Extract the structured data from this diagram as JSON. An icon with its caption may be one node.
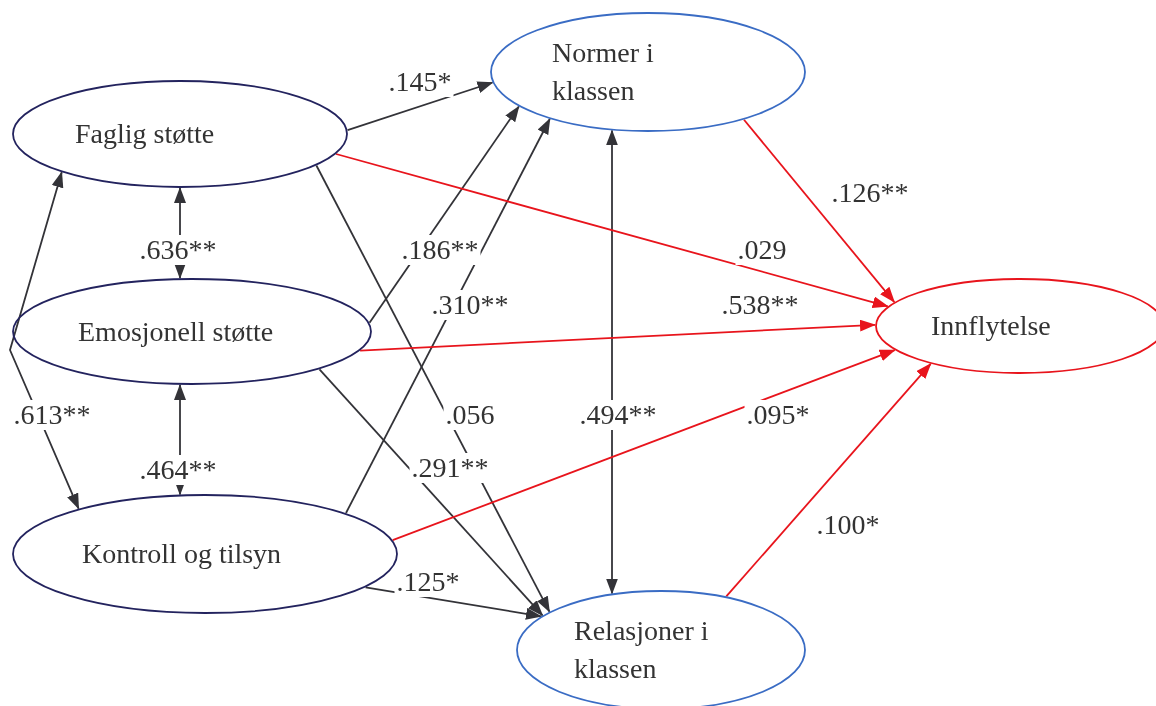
{
  "diagram": {
    "nodes": [
      {
        "text": [
          "Faglig støtte"
        ]
      },
      {
        "text": [
          "Emosjonell støtte"
        ]
      },
      {
        "text": [
          "Kontroll og tilsyn"
        ]
      },
      {
        "text": [
          "Normer i klassen"
        ]
      },
      {
        "text": [
          "Innflytelse"
        ]
      },
      {
        "text": [
          "Relasjoner i klassen"
        ]
      }
    ],
    "edges": [
      {
        "from": 0,
        "to": 3,
        "arrow": "to",
        "label": ".145*"
      },
      {
        "from": 0,
        "to": 1,
        "arrow": "both",
        "label": ".636**"
      },
      {
        "from": 1,
        "to": 2,
        "arrow": "both",
        "label": ".464**"
      },
      {
        "from": 0,
        "to": 2,
        "arrow": "both",
        "label": ".613**"
      },
      {
        "from": 1,
        "to": 3,
        "arrow": "to",
        "label": ".186**"
      },
      {
        "from": 2,
        "to": 3,
        "arrow": "to",
        "label": ".310**"
      },
      {
        "from": 0,
        "to": 5,
        "arrow": "to",
        "label": ".056"
      },
      {
        "from": 1,
        "to": 5,
        "arrow": "to",
        "label": ".291**"
      },
      {
        "from": 2,
        "to": 5,
        "arrow": "to",
        "label": ".125*"
      },
      {
        "from": 3,
        "to": 5,
        "arrow": "both",
        "label": ".494**"
      },
      {
        "from": 3,
        "to": 4,
        "arrow": "to",
        "label": ".126**",
        "color": "#e8141c"
      },
      {
        "from": 0,
        "to": 4,
        "arrow": "to",
        "label": ".029",
        "color": "#e8141c"
      },
      {
        "from": 1,
        "to": 4,
        "arrow": "to",
        "label": ".538**",
        "color": "#e8141c"
      },
      {
        "from": 2,
        "to": 4,
        "arrow": "to",
        "label": ".095*",
        "color": "#e8141c"
      },
      {
        "from": 5,
        "to": 4,
        "arrow": "to",
        "label": ".100*",
        "color": "#e8141c"
      }
    ]
  }
}
